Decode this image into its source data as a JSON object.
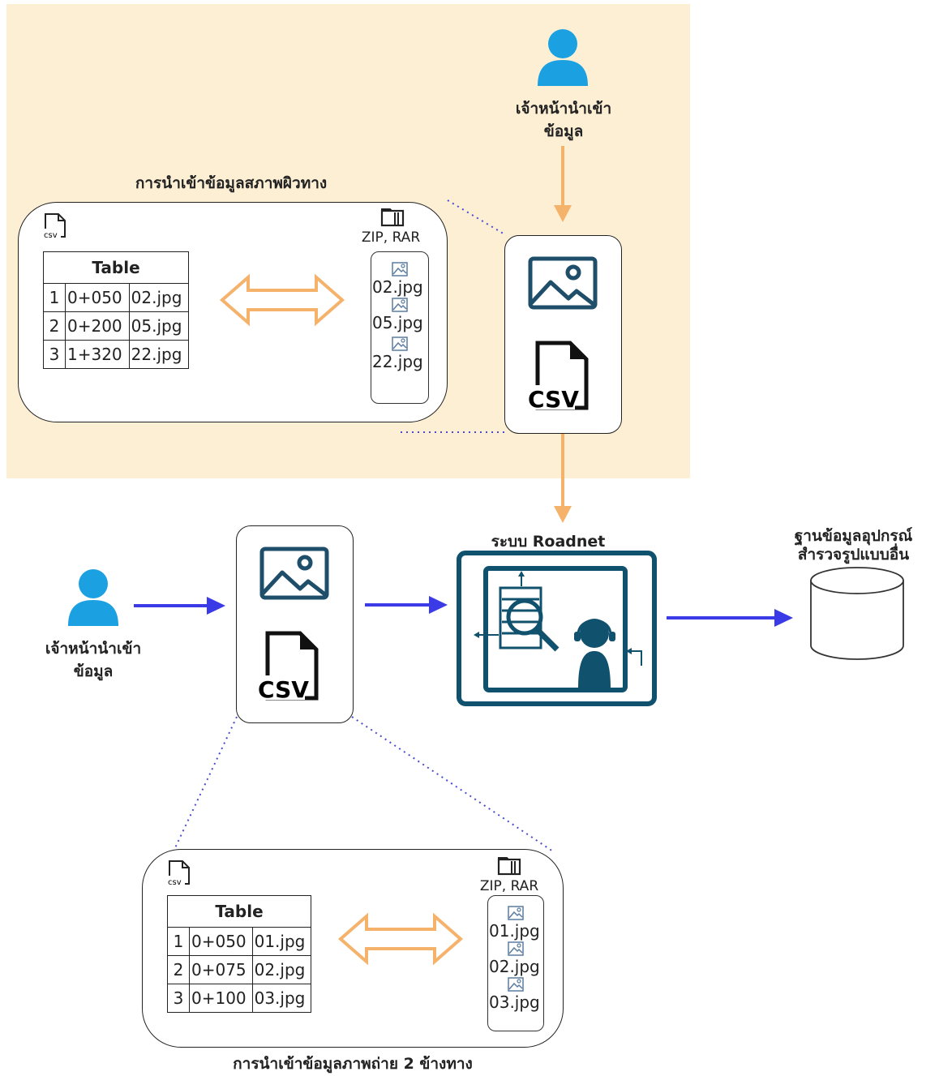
{
  "top_section": {
    "user_label": "เจ้าหน้านำเข้า\nข้อมูล",
    "panel_title": "การนำเข้าข้อมูลสภาพผิวทาง",
    "csv_tag": "csv",
    "zip_label": "ZIP, RAR",
    "table_header": "Table",
    "table_rows": [
      {
        "n": "1",
        "km": "0+050",
        "file": "02.jpg"
      },
      {
        "n": "2",
        "km": "0+200",
        "file": "05.jpg"
      },
      {
        "n": "3",
        "km": "1+320",
        "file": "22.jpg"
      }
    ],
    "files": [
      "02.jpg",
      "05.jpg",
      "22.jpg"
    ],
    "card_csv": "CSV"
  },
  "middle": {
    "user_label": "เจ้าหน้านำเข้า\nข้อมูล",
    "card_csv": "CSV",
    "system_label": "ระบบ Roadnet",
    "db_label": "ฐานข้อมูลอุปกรณ์\nสำรวจรูปแบบอื่น"
  },
  "bottom_section": {
    "panel_title": "การนำเข้าข้อมูลภาพถ่าย 2 ข้างทาง",
    "csv_tag": "csv",
    "zip_label": "ZIP, RAR",
    "table_header": "Table",
    "table_rows": [
      {
        "n": "1",
        "km": "0+050",
        "file": "01.jpg"
      },
      {
        "n": "2",
        "km": "0+075",
        "file": "02.jpg"
      },
      {
        "n": "3",
        "km": "0+100",
        "file": "03.jpg"
      }
    ],
    "files": [
      "01.jpg",
      "02.jpg",
      "03.jpg"
    ]
  },
  "colors": {
    "beige_bg": "#fdefd4",
    "orange_arrow": "#f5b26b",
    "blue_arrow": "#3a3ae6",
    "user_icon": "#1ba1e2",
    "image_icon": "#1f4e6a",
    "roadnet_frame": "#10516e",
    "dotted_line": "#4a4ad0"
  }
}
